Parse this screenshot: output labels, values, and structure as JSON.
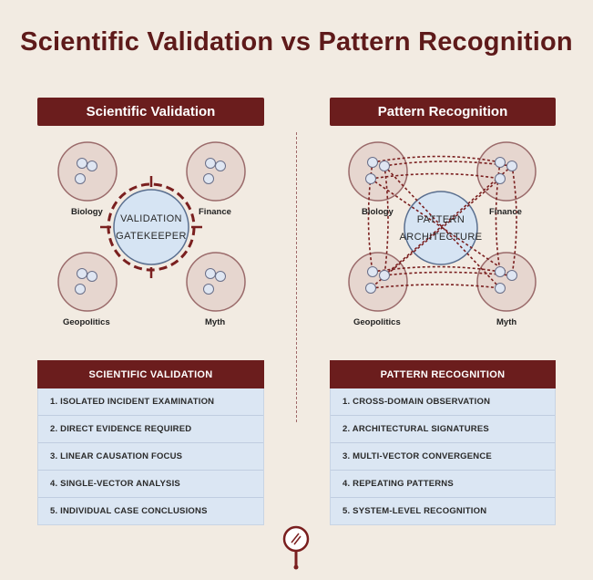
{
  "title": "Scientific Validation vs Pattern Recognition",
  "left": {
    "banner": "Scientific Validation",
    "center": [
      "VALIDATION",
      "GATEKEEPER"
    ],
    "domains": [
      "Biology",
      "Finance",
      "Geopolitics",
      "Myth"
    ],
    "list_header": "SCIENTIFIC VALIDATION",
    "items": [
      "1. ISOLATED INCIDENT EXAMINATION",
      "2. DIRECT EVIDENCE REQUIRED",
      "3. LINEAR CAUSATION FOCUS",
      "4. SINGLE-VECTOR ANALYSIS",
      "5. INDIVIDUAL CASE CONCLUSIONS"
    ]
  },
  "right": {
    "banner": "Pattern Recognition",
    "center": [
      "PATTERN",
      "ARCHITECTURE"
    ],
    "domains": [
      "Biology",
      "Finance",
      "Geopolitics",
      "Myth"
    ],
    "list_header": "PATTERN RECOGNITION",
    "items": [
      "1. CROSS-DOMAIN OBSERVATION",
      "2. ARCHITECTURAL SIGNATURES",
      "3. MULTI-VECTOR CONVERGENCE",
      "4. REPEATING PATTERNS",
      "5. SYSTEM-LEVEL RECOGNITION"
    ]
  },
  "colors": {
    "accent": "#6b1d1d",
    "background": "#f2ebe2",
    "domain_fill": "#e6d6cf",
    "center_fill": "#d6e4f3",
    "list_fill": "#dbe6f3"
  },
  "icons": {
    "logo": "magnifier-logo-icon"
  }
}
